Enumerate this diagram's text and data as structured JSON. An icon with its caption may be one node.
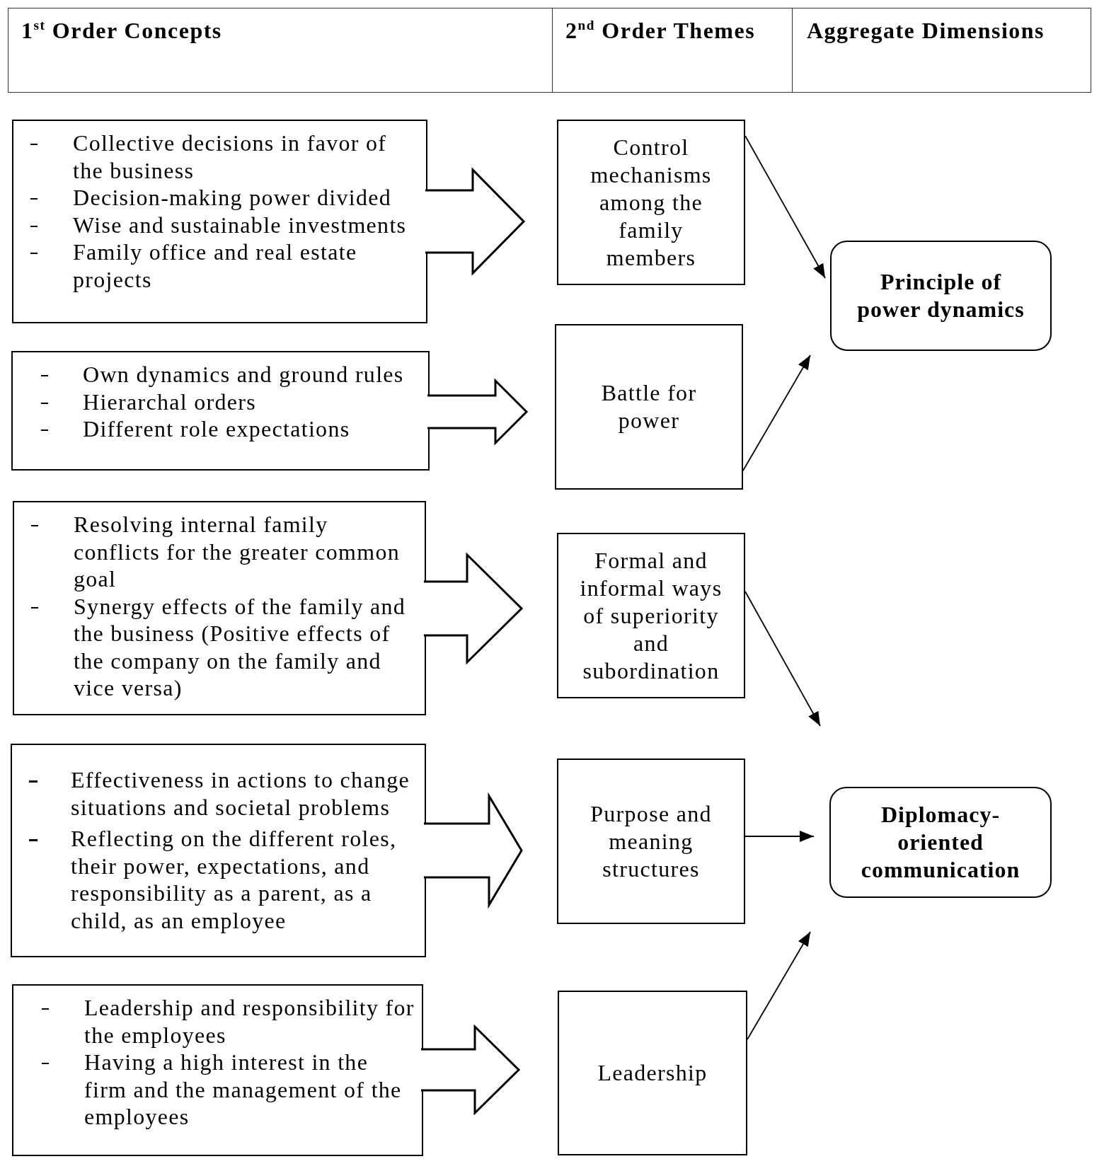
{
  "diagram": {
    "nodes": [
      {
        "text": [
          "Collective decisions in favor of the business",
          "Decision-making power divided",
          "Wise and sustainable investments",
          "Family office and real estate projects"
        ]
      },
      {
        "text": [
          "Own dynamics and ground rules",
          "Hierarchal orders",
          "Different role expectations"
        ]
      },
      {
        "text": [
          "Resolving internal family conflicts for the greater common goal",
          "Synergy effects of the family and the business (Positive effects of the company on the family and vice versa)"
        ]
      },
      {
        "text": [
          "Effectiveness in actions to change situations and societal problems",
          "Reflecting on the different roles, their power, expectations, and responsibility as a parent, as a child, as an employee"
        ]
      },
      {
        "text": [
          "Leadership and responsibility for the employees",
          "Having a high interest in the firm and the management of the employees"
        ]
      },
      {
        "text": [
          "Control mechanisms among the family members"
        ]
      },
      {
        "text": [
          "Battle for power"
        ]
      },
      {
        "text": [
          "Formal and informal ways of superiority and subordination"
        ]
      },
      {
        "text": [
          "Purpose and meaning structures"
        ]
      },
      {
        "text": [
          "Leadership"
        ]
      },
      {
        "text": [
          "Principle of power dynamics"
        ]
      },
      {
        "text": [
          "Diplomacy-oriented communication"
        ]
      }
    ],
    "edges": [
      {
        "from": 0,
        "to": 5,
        "arrow": "to",
        "style": "thick"
      },
      {
        "from": 1,
        "to": 6,
        "arrow": "to",
        "style": "thick"
      },
      {
        "from": 2,
        "to": 7,
        "arrow": "to",
        "style": "thick"
      },
      {
        "from": 3,
        "to": 8,
        "arrow": "to",
        "style": "thick"
      },
      {
        "from": 4,
        "to": 9,
        "arrow": "to",
        "style": "thick"
      },
      {
        "from": 5,
        "to": 10,
        "arrow": "to"
      },
      {
        "from": 6,
        "to": 10,
        "arrow": "to"
      },
      {
        "from": 7,
        "to": 11,
        "arrow": "to"
      },
      {
        "from": 8,
        "to": 11,
        "arrow": "to"
      },
      {
        "from": 9,
        "to": 11,
        "arrow": "to"
      }
    ],
    "labels": [
      "1$^{st}$ Order Concepts",
      "2$^{nd}$ Order Themes",
      "Aggregate Dimensions"
    ]
  }
}
